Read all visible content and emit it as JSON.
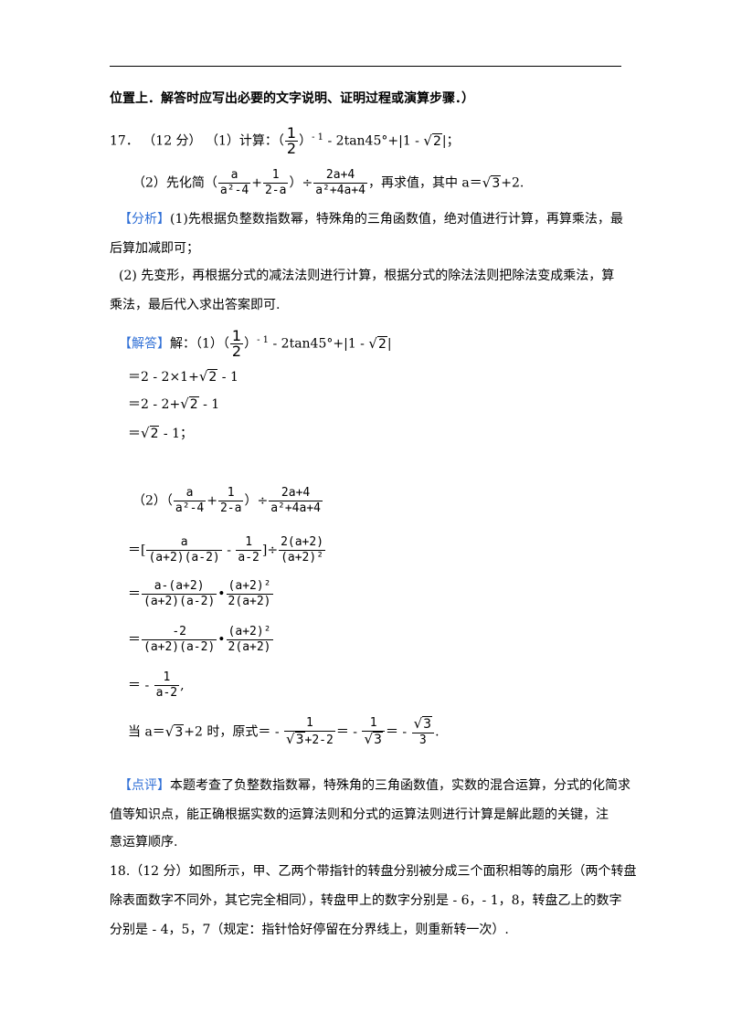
{
  "header_line": "位置上．解答时应写出必要的文字说明、证明过程或演算步骤．）",
  "q17": {
    "number": "17．",
    "score": "（12 分）",
    "part1_label": "（1）计算：",
    "part1_expr_tail": "- 2tan45°+|1 - ",
    "half_num": "1",
    "half_den": "2",
    "exp": "- 1",
    "sqrt2": "2",
    "part1_end": "|；",
    "part2_label": "（2）先化简（",
    "f1_num": "a",
    "f1_den": "a²-4",
    "f2_num": "1",
    "f2_den": "2-a",
    "divide": "）÷",
    "f3_num": "2a+4",
    "f3_den": "a²+4a+4",
    "part2_tail": "，再求值，其中 a＝",
    "sqrt3": "3",
    "part2_end": "+2."
  },
  "analysis": {
    "tag": "【分析】",
    "line1": "(1)先根据负整数指数幂，特殊角的三角函数值，绝对值进行计算，再算乘法，最",
    "line2": "后算加减即可；",
    "line3": "(2) 先变形，再根据分式的减法法则进行计算，根据分式的除法法则把除法变成乘法，算",
    "line4": "乘法，最后代入求出答案即可."
  },
  "solution": {
    "tag": "【解答】",
    "intro": "解：（1）",
    "s1": "＝2 - 2×1+",
    "s1b": " - 1",
    "s2": "＝2 - 2+",
    "s2b": " - 1",
    "s3": "＝",
    "s3b": " - 1；",
    "p2_label": "（2）",
    "eq": "＝",
    "neg": "-",
    "r1a_num": "a",
    "r1a_den": "(a+2)(a-2)",
    "r1b_num": "1",
    "r1b_den": "a-2",
    "r1c_num": "2(a+2)",
    "r1c_den": "(a+2)²",
    "r2a_num": "a-(a+2)",
    "r2a_den": "(a+2)(a-2)",
    "r2b_num": "(a+2)²",
    "r2b_den": "2(a+2)",
    "r3a_num": "-2",
    "r3a_den": "(a+2)(a-2)",
    "r4_num": "1",
    "r4_den": "a-2",
    "final_label": "当 a＝",
    "final_mid": "+2 时，原式＝ -",
    "fin1_den_tail": "+2-2",
    "fin_eq": "＝ -",
    "fin_eq2": "＝ -",
    "fin3_den": "3"
  },
  "comment": {
    "tag": "【点评】",
    "line1": "本题考查了负整数指数幂，特殊角的三角函数值，实数的混合运算，分式的化简求",
    "line2": "值等知识点，能正确根据实数的运算法则和分式的运算法则进行计算是解此题的关键，注",
    "line3": "意运算顺序."
  },
  "q18": {
    "line1": "18.（12 分）如图所示，甲、乙两个带指针的转盘分别被分成三个面积相等的扇形（两个转盘",
    "line2": "除表面数字不同外，其它完全相同），转盘甲上的数字分别是 - 6，- 1，8，转盘乙上的数字",
    "line3": "分别是 - 4，5，7（规定：指针恰好停留在分界线上，则重新转一次）."
  },
  "colors": {
    "tag": "#2f6fd6"
  }
}
